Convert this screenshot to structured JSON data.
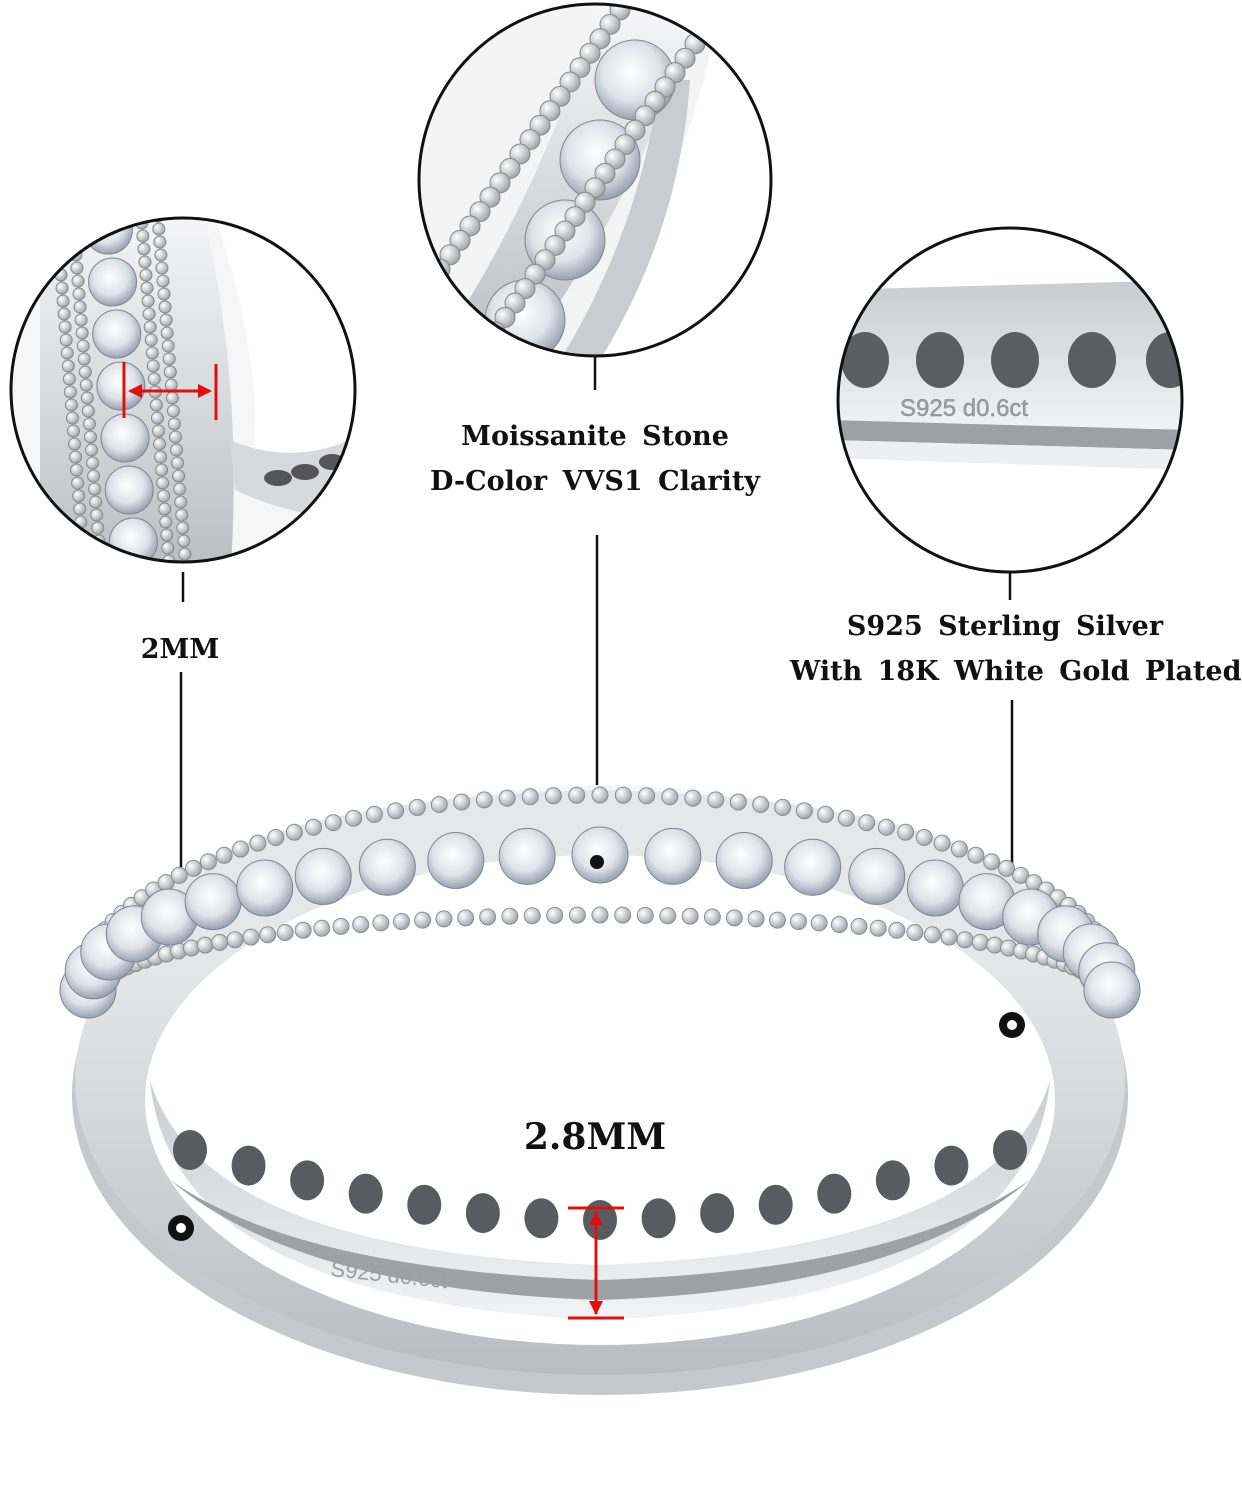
{
  "callouts": {
    "band_width": {
      "text": "2MM"
    },
    "stone": {
      "line1": "Moissanite Stone",
      "line2": "D-Color VVS1 Clarity"
    },
    "metal": {
      "line1": "S925 Sterling Silver",
      "line2": "With 18K White Gold Plated"
    },
    "band_height": {
      "text": "2.8MM"
    }
  },
  "hallmark": {
    "text": "S925 d0.6ct"
  },
  "colors": {
    "accent_red": "#e01010",
    "leader_line": "#111111",
    "metal": "#d8dadd"
  },
  "icons": {
    "zoom_band_width": "magnified-band-side-view",
    "zoom_stones": "magnified-stone-row",
    "zoom_inner": "magnified-inner-hallmark",
    "product": "eternity-ring"
  }
}
